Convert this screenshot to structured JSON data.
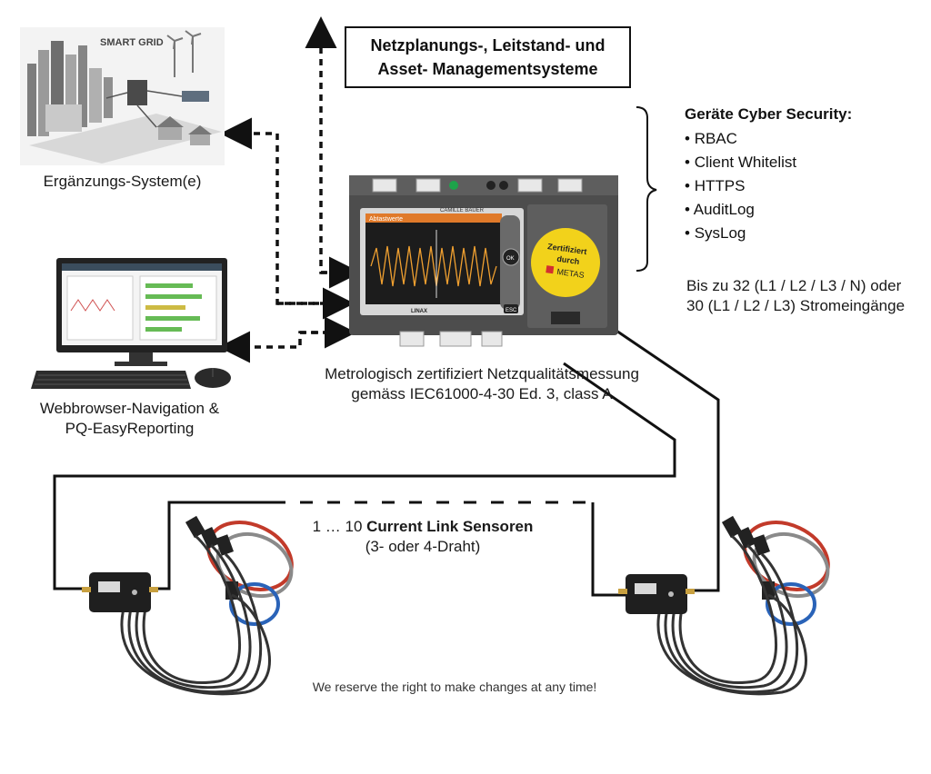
{
  "top_box": {
    "line1": "Netzplanungs-, Leitstand- und",
    "line2": "Asset- Managementsysteme"
  },
  "smart_grid": {
    "image_title": "SMART GRID",
    "caption": "Ergänzungs-System(e)"
  },
  "computer": {
    "caption_line1": "Webbrowser-Navigation &",
    "caption_line2": "PQ-EasyReporting"
  },
  "device": {
    "brand": "CAMILLE BAUER",
    "screen_title": "Abtastwerte",
    "model": "LINAX",
    "ok_button": "OK",
    "esc_button": "ESC",
    "seal_line1": "Zertifiziert",
    "seal_line2": "durch",
    "seal_line3": "METAS",
    "caption_line1": "Metrologisch zertifiziert Netzqualitätsmessung",
    "caption_line2": "gemäss IEC61000-4-30 Ed. 3, class A"
  },
  "security": {
    "title": "Geräte Cyber Security:",
    "items": [
      "RBAC",
      "Client Whitelist",
      "HTTPS",
      "AuditLog",
      "SysLog"
    ]
  },
  "current_inputs": {
    "line1": "Bis zu 32 (L1 / L2 / L3 / N) oder",
    "line2": "30 (L1 / L2 / L3) Stromeingänge"
  },
  "sensors": {
    "prefix": "1 … 10 ",
    "bold": "Current Link Sensoren",
    "line2": "(3- oder 4-Draht)"
  },
  "footer": {
    "disclaimer": "We reserve the right to make changes at any time!"
  },
  "colors": {
    "seal_yellow": "#f2d21b",
    "device_body": "#5a5a5a",
    "screen_orange": "#e07a2a",
    "coil_red": "#c23a2a",
    "coil_blue": "#2a63b8",
    "coil_grey": "#8a8a8a"
  }
}
